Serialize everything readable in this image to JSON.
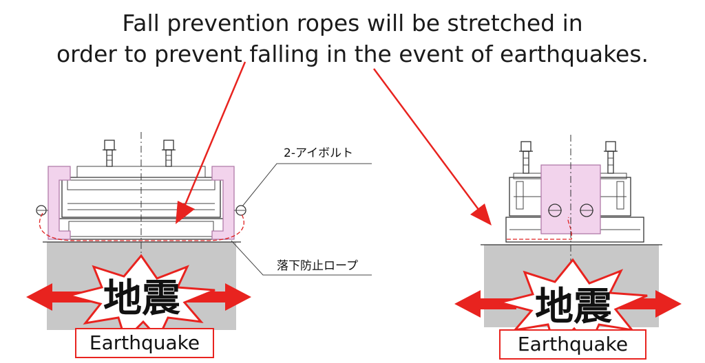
{
  "caption": {
    "line1": "Fall prevention ropes will be stretched in",
    "line2": "order to prevent falling in the event of earthquakes."
  },
  "left_figure": {
    "eyebolt_label": "2-アイボルト",
    "rope_label": "落下防止ロープ",
    "burst_text": "地震",
    "quake_label": "Earthquake"
  },
  "right_figure": {
    "burst_text": "地震",
    "quake_label": "Earthquake"
  },
  "colors": {
    "arrow_red": "#e8231f",
    "clamp_pink": "#f2d3ec",
    "clamp_edge": "#b07aa8",
    "ground_gray": "#c8c8c8"
  }
}
